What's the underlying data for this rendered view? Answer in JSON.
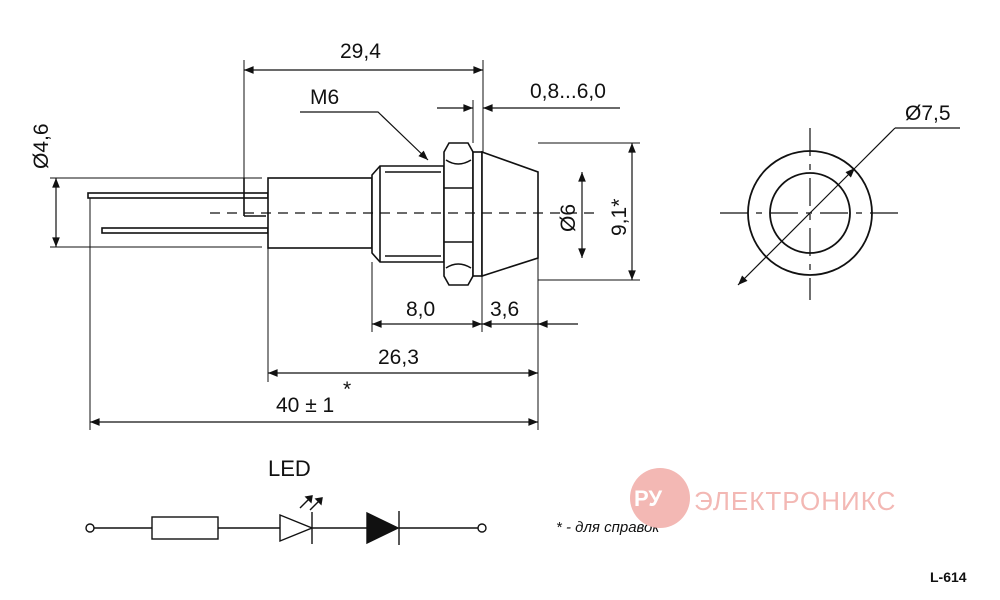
{
  "dimensions": {
    "length_29_4": "29,4",
    "thread_m6": "M6",
    "panel_range": "0,8...6,0",
    "dia_4_6": "Ø4,6",
    "dia_6": "Ø6",
    "dim_9_1": "9,1*",
    "dia_7_5": "Ø7,5",
    "len_8_0": "8,0",
    "len_3_6": "3,6",
    "len_26_3": "26,3",
    "len_40": "40 ± 1",
    "star": "*"
  },
  "schematic": {
    "led_label": "LED",
    "footnote": "* - для справок"
  },
  "watermark": {
    "badge_text": "РУ",
    "brand_text": "ЭЛЕКТРОНИКС",
    "color": "#e8726a"
  },
  "part_code": "L-614"
}
